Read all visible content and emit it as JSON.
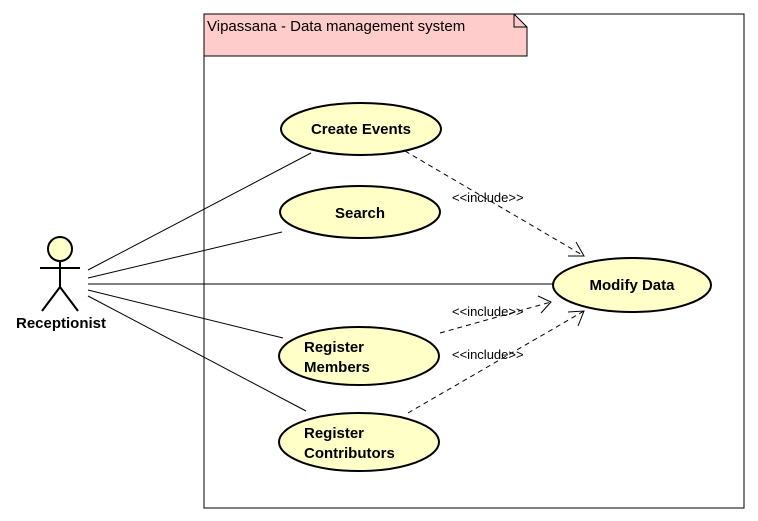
{
  "system": {
    "title": "Vipassana - Data management system"
  },
  "actor": {
    "name": "Receptionist",
    "icon": "stick-figure-icon"
  },
  "use_cases": [
    {
      "id": "create-events",
      "label_lines": [
        "Create Events"
      ]
    },
    {
      "id": "search",
      "label_lines": [
        "Search"
      ]
    },
    {
      "id": "modify-data",
      "label_lines": [
        "Modify Data"
      ]
    },
    {
      "id": "register-members",
      "label_lines": [
        "Register",
        "Members"
      ]
    },
    {
      "id": "register-contributors",
      "label_lines": [
        "Register",
        "Contributors"
      ]
    }
  ],
  "relations": {
    "associations": [
      "create-events",
      "search",
      "modify-data",
      "register-members",
      "register-contributors"
    ],
    "includes": [
      {
        "from": "create-events",
        "to": "modify-data",
        "label": "<<include>>"
      },
      {
        "from": "register-members",
        "to": "modify-data",
        "label": "<<include>>"
      },
      {
        "from": "register-contributors",
        "to": "modify-data",
        "label": "<<include>>"
      }
    ]
  },
  "colors": {
    "use_case_fill": "#ffffc8",
    "frame_tab_fill": "#ffcccc",
    "stroke": "#000000",
    "actor_fill": "#ffffc8"
  }
}
